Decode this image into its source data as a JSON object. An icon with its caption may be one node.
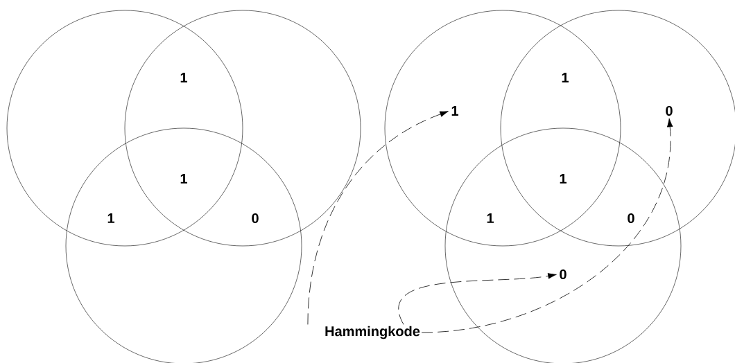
{
  "diagram": {
    "nodes": [
      {
        "text": [],
        "shape": "circle"
      },
      {
        "text": [],
        "shape": "circle"
      },
      {
        "text": [],
        "shape": "circle"
      },
      {
        "text": [],
        "shape": "circle"
      },
      {
        "text": [],
        "shape": "circle"
      },
      {
        "text": [],
        "shape": "circle"
      },
      {
        "text": [
          "1"
        ],
        "in": 3
      },
      {
        "text": [
          "0"
        ],
        "in": 4
      },
      {
        "text": [
          "0"
        ],
        "in": 5
      },
      {
        "text": [
          "Hammingkode"
        ]
      }
    ],
    "edges": [
      {
        "from": 9,
        "to": 6,
        "arrow": "to",
        "style": "dashed"
      },
      {
        "from": 9,
        "to": 8,
        "arrow": "to",
        "style": "dashed"
      },
      {
        "from": 9,
        "to": 7,
        "arrow": "to",
        "style": "dashed"
      }
    ],
    "labels": [
      "1",
      "1",
      "1",
      "0",
      "1",
      "1",
      "1",
      "0"
    ]
  }
}
